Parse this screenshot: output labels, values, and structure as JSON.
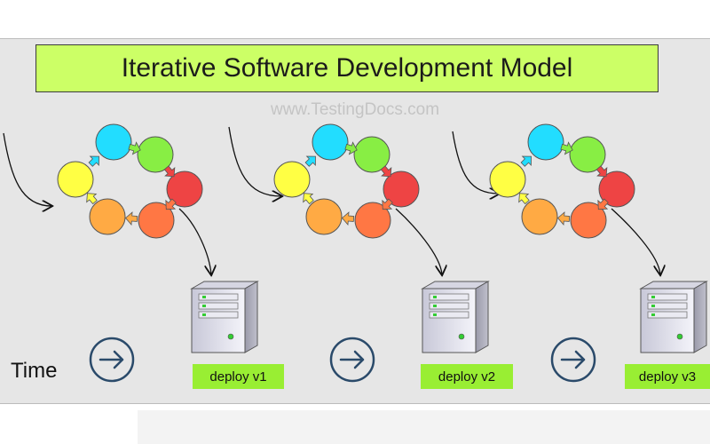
{
  "title": "Iterative Software Development Model",
  "watermark": "www.TestingDocs.com",
  "time_label": "Time",
  "iterations": [
    {
      "deploy_label": "deploy v1"
    },
    {
      "deploy_label": "deploy v2"
    },
    {
      "deploy_label": "deploy v3"
    }
  ],
  "colors": {
    "title_bg": "#ccff66",
    "deploy_bg": "#99ee33",
    "phase_1": "#ffff44",
    "phase_2": "#22ddff",
    "phase_3": "#88ee44",
    "phase_4": "#ee4444",
    "phase_5": "#ff7744",
    "phase_6": "#ffaa44",
    "time_arrow": "#2a4a6a"
  },
  "icons": [
    "time-arrow-icon",
    "server-icon",
    "cycle-arrow-icon"
  ]
}
